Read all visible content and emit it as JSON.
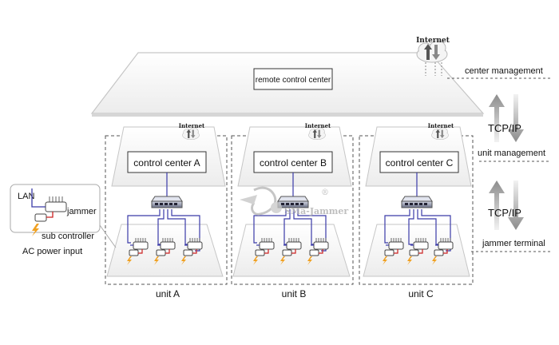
{
  "center": {
    "label": "remote control center",
    "internet": "Internet"
  },
  "layers": {
    "center": "center management",
    "unit": "unit management",
    "terminal": "jammer terminal"
  },
  "protocol": {
    "upper": "TCP/IP",
    "lower": "TCP/IP"
  },
  "units": [
    {
      "control": "control center A",
      "internet": "Internet",
      "label": "unit A"
    },
    {
      "control": "control center B",
      "internet": "Internet",
      "label": "unit B"
    },
    {
      "control": "control center C",
      "internet": "Internet",
      "label": "unit C"
    }
  ],
  "legend": {
    "lan": "LAN",
    "jammer": "jammer",
    "sub": "sub controller",
    "power": "AC power input"
  },
  "watermark": {
    "text": "SMa-Jammer",
    "mark": "®"
  },
  "colors": {
    "lan_line": "#3a3aa8",
    "power_line": "#cc2222",
    "bolt": "#f0a020"
  }
}
